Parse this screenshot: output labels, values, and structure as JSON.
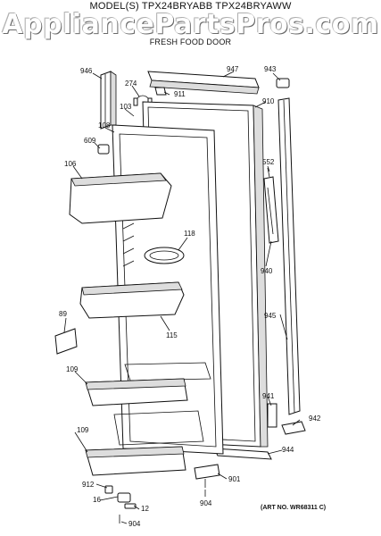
{
  "header": {
    "model_title": "MODEL(S) TPX24BRYABB TPX24BRYAWW",
    "watermark": "AppliancePartsPros.com",
    "section_title": "FRESH FOOD DOOR"
  },
  "footer": {
    "art_number": "(ART NO. WR68311 C)"
  },
  "callouts": [
    "946",
    "947",
    "943",
    "274",
    "911",
    "910",
    "103",
    "108",
    "609",
    "106",
    "552",
    "118",
    "940",
    "89",
    "115",
    "945",
    "109",
    "941",
    "942",
    "109",
    "944",
    "912",
    "901",
    "16",
    "12",
    "904",
    "904"
  ]
}
